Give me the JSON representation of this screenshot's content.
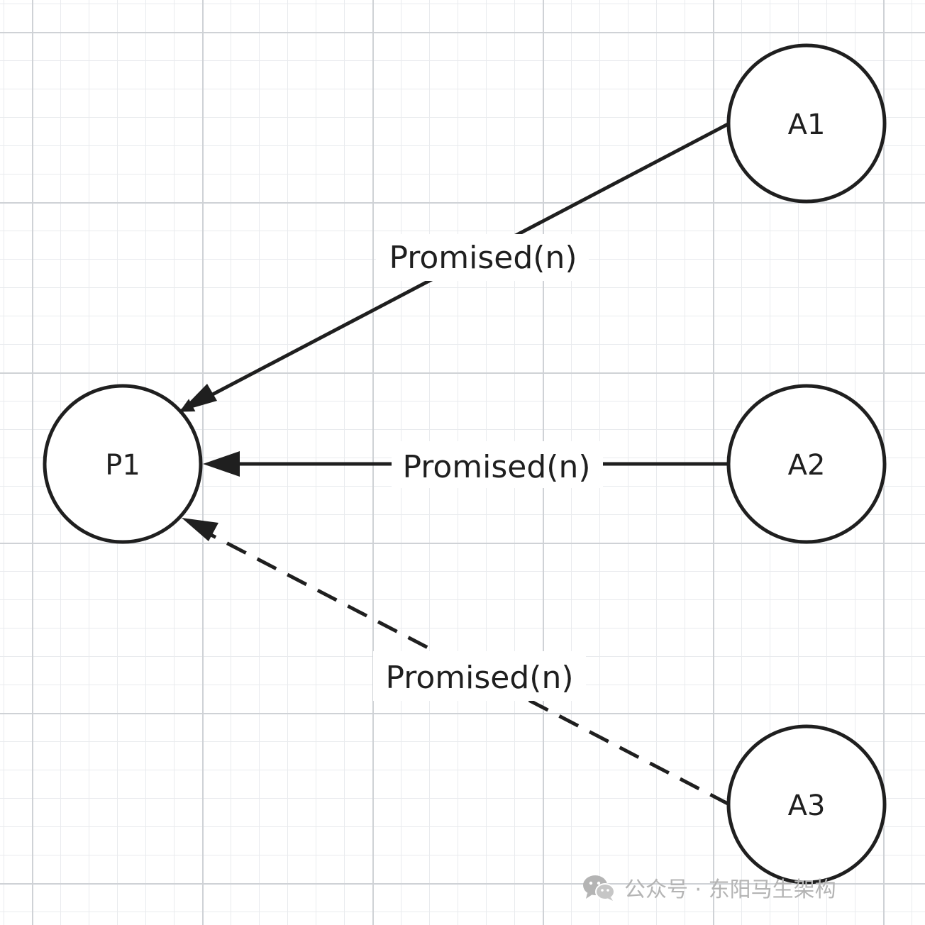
{
  "nodes": {
    "p1": "P1",
    "a1": "A1",
    "a2": "A2",
    "a3": "A3"
  },
  "edges": {
    "a1_to_p1": {
      "label": "Promised(n)",
      "style": "solid"
    },
    "a2_to_p1": {
      "label": "Promised(n)",
      "style": "solid"
    },
    "a3_to_p1": {
      "label": "Promised(n)",
      "style": "dashed"
    }
  },
  "watermark": {
    "icon": "wechat-icon",
    "text": "公众号 · 东阳马生架构"
  },
  "colors": {
    "stroke": "#1f1f1f",
    "grid_major": "#cfd2d6",
    "grid_minor": "#e9ebee",
    "watermark": "#b4b4b4"
  }
}
